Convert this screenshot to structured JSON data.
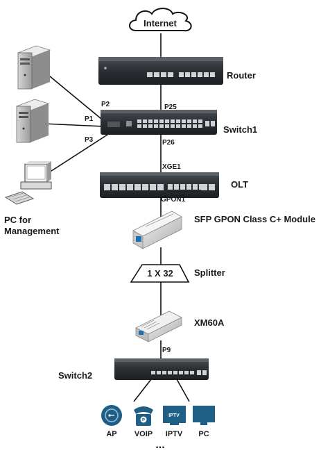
{
  "internet_label": "Internet",
  "devices": {
    "router": "Router",
    "switch1": "Switch1",
    "olt": "OLT",
    "sfp_module": "SFP GPON Class C+ Module",
    "splitter_label": "Splitter",
    "splitter_ratio": "1 X 32",
    "xm60a": "XM60A",
    "switch2": "Switch2",
    "pc_management_line1": "PC for",
    "pc_management_line2": "Management"
  },
  "ports": {
    "p25": "P25",
    "p2": "P2",
    "p1": "P1",
    "p3": "P3",
    "p26": "P26",
    "xge1": "XGE1",
    "gpon1": "GPON1",
    "p9": "P9"
  },
  "endpoints": {
    "ap": "AP",
    "voip": "VOIP",
    "iptv": "IPTV",
    "pc": "PC",
    "iptv_screen_text": "IPTV",
    "more": "..."
  },
  "colors": {
    "endpoint_blue": "#1f5f86",
    "device_dark": "#2b2f33",
    "line": "#111111"
  }
}
